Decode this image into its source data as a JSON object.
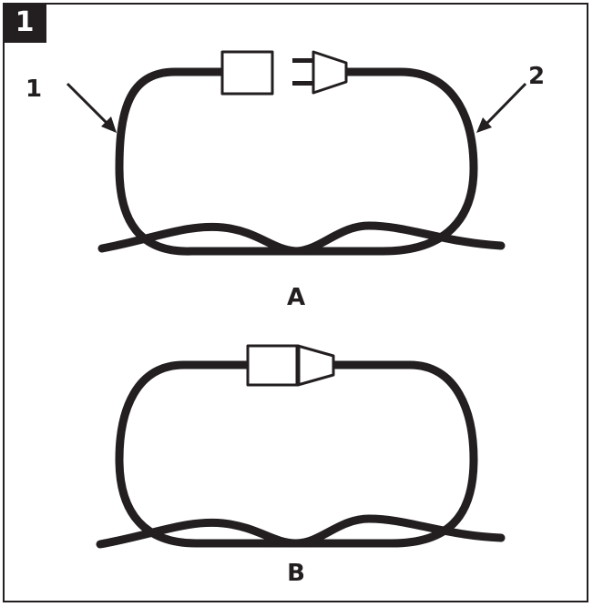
{
  "figure": {
    "number": "1"
  },
  "callouts": {
    "left": "1",
    "right": "2"
  },
  "panels": {
    "a": "A",
    "b": "B"
  },
  "colors": {
    "ink": "#231f20",
    "background": "#ffffff"
  }
}
